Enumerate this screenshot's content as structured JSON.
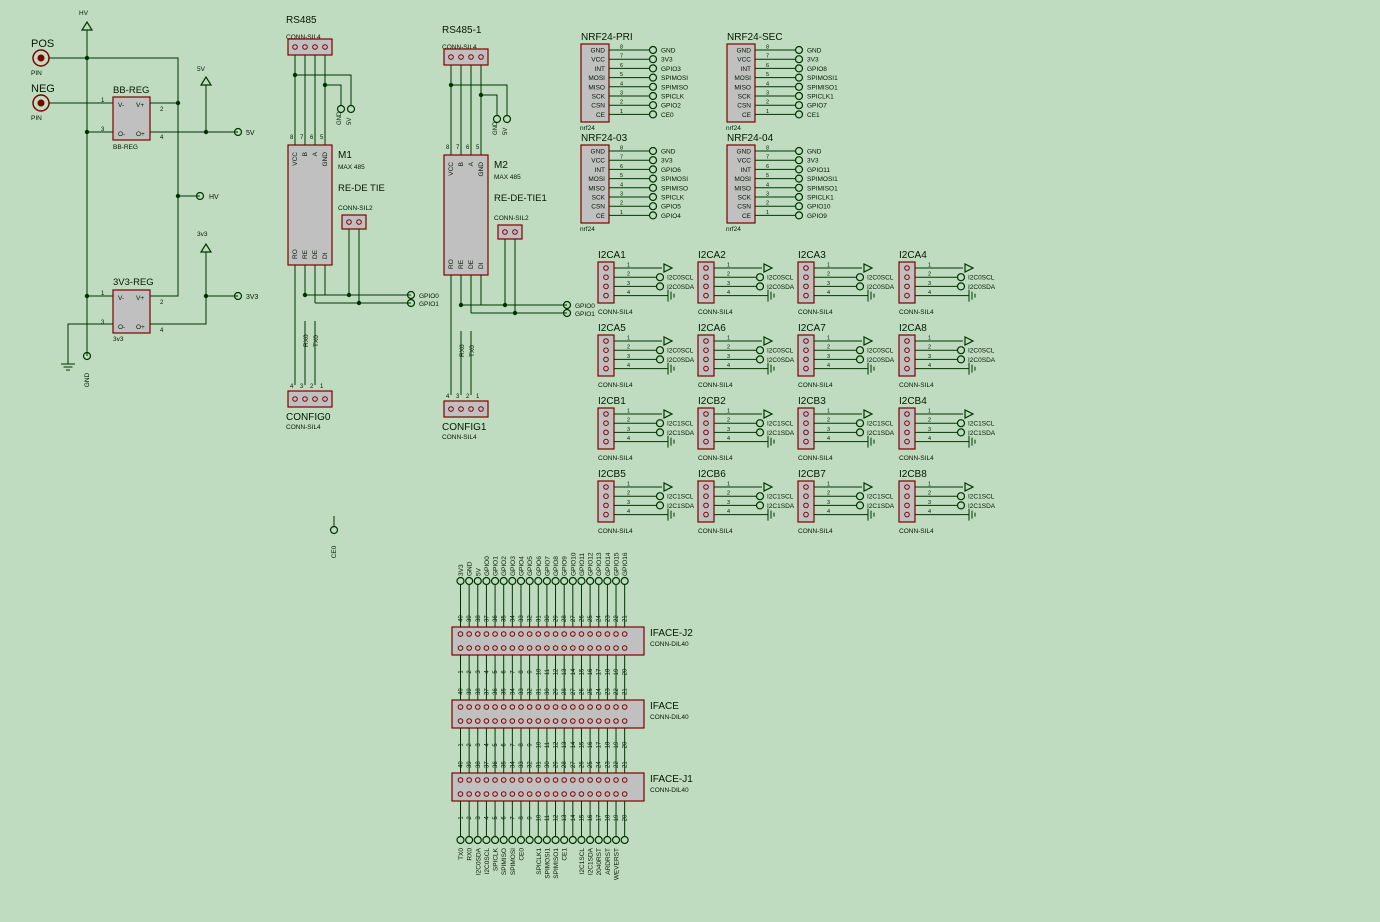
{
  "colors": {
    "background": "#c0dcc0",
    "wire": "#003300",
    "body": "#c0c0c0",
    "outline": "#800000",
    "pinfill": "#ffffff",
    "text": "#001a00"
  },
  "power": {
    "hv": "HV",
    "v5": "5V",
    "v3v3": "3v3",
    "gnd": "GND",
    "pos": {
      "name": "POS",
      "type": "PIN"
    },
    "neg": {
      "name": "NEG",
      "type": "PIN"
    },
    "out_5v": "5V",
    "out_hv": "HV",
    "out_3v3": "3V3",
    "bbreg": {
      "name": "BB-REG",
      "type": "BB-REG",
      "pins": [
        "V-",
        "V+",
        "O-",
        "O+"
      ],
      "nums": [
        "1",
        "2",
        "3",
        "4"
      ]
    },
    "reg3v3": {
      "name": "3V3-REG",
      "type": "3v3",
      "pins": [
        "V-",
        "V+",
        "O-",
        "O+"
      ],
      "nums": [
        "1",
        "2",
        "3",
        "4"
      ]
    }
  },
  "rs485": [
    {
      "name": "RS485",
      "type": "CONN-SIL4",
      "pinnums": [
        "8",
        "7",
        "6",
        "5"
      ],
      "max_name": "M1",
      "max_type": "MAX 485",
      "max_pins": [
        "VCC",
        "B",
        "A",
        "GND",
        "RO",
        "RE",
        "DE",
        "DI"
      ],
      "tie_name": "RE-DE TIE",
      "tie_type": "CONN-SIL2",
      "gnd_lbl": "GND",
      "v5_lbl": "5V",
      "gpio0": "GPIO0",
      "gpio1": "GPIO1",
      "rx": "RX0",
      "tx": "TX0",
      "cfg_name": "CONFIG0",
      "cfg_type": "CONN-SIL4",
      "cfg_nums": [
        "4",
        "3",
        "2",
        "1"
      ]
    },
    {
      "name": "RS485-1",
      "type": "CONN-SIL4",
      "pinnums": [
        "8",
        "7",
        "6",
        "5"
      ],
      "max_name": "M2",
      "max_type": "MAX 485",
      "max_pins": [
        "VCC",
        "B",
        "A",
        "GND",
        "RO",
        "RE",
        "DE",
        "DI"
      ],
      "tie_name": "RE-DE-TIE1",
      "tie_type": "CONN-SIL2",
      "gnd_lbl": "GND",
      "v5_lbl": "5V",
      "gpio0": "GPIO0",
      "gpio1": "GPIO1",
      "rx": "RX0",
      "tx": "TX0",
      "cfg_name": "CONFIG1",
      "cfg_type": "CONN-SIL4",
      "cfg_nums": [
        "4",
        "3",
        "2",
        "1"
      ]
    }
  ],
  "nrf": [
    {
      "name": "NRF24-PRI",
      "type": "nrf24",
      "pins": [
        "GND",
        "VCC",
        "INT",
        "MOSI",
        "MISO",
        "SCK",
        "CSN",
        "CE"
      ],
      "nums": [
        "8",
        "7",
        "6",
        "5",
        "4",
        "3",
        "2",
        "1"
      ],
      "nets": [
        "GND",
        "3V3",
        "GPIO3",
        "SPIMOSI",
        "SPIMISO",
        "SPICLK",
        "GPIO2",
        "CE0"
      ]
    },
    {
      "name": "NRF24-SEC",
      "type": "nrf24",
      "pins": [
        "GND",
        "VCC",
        "INT",
        "MOSI",
        "MISO",
        "SCK",
        "CSN",
        "CE"
      ],
      "nums": [
        "8",
        "7",
        "6",
        "5",
        "4",
        "3",
        "2",
        "1"
      ],
      "nets": [
        "GND",
        "3V3",
        "GPIO8",
        "SPIMOSI1",
        "SPIMISO1",
        "SPICLK1",
        "GPIO7",
        "CE1"
      ]
    },
    {
      "name": "NRF24-03",
      "type": "nrf24",
      "pins": [
        "GND",
        "VCC",
        "INT",
        "MOSI",
        "MISO",
        "SCK",
        "CSN",
        "CE"
      ],
      "nums": [
        "8",
        "7",
        "6",
        "5",
        "4",
        "3",
        "2",
        "1"
      ],
      "nets": [
        "GND",
        "3V3",
        "GPIO6",
        "SPIMOSI",
        "SPIMISO",
        "SPICLK",
        "GPIO5",
        "GPIO4"
      ]
    },
    {
      "name": "NRF24-04",
      "type": "nrf24",
      "pins": [
        "GND",
        "VCC",
        "INT",
        "MOSI",
        "MISO",
        "SCK",
        "CSN",
        "CE"
      ],
      "nums": [
        "8",
        "7",
        "6",
        "5",
        "4",
        "3",
        "2",
        "1"
      ],
      "nets": [
        "GND",
        "3V3",
        "GPIO11",
        "SPIMOSI1",
        "SPIMISO1",
        "SPICLK1",
        "GPIO10",
        "GPIO9"
      ]
    }
  ],
  "i2c_rows": [
    {
      "names": [
        "I2CA1",
        "I2CA2",
        "I2CA3",
        "I2CA4"
      ],
      "scl": "I2C0SCL",
      "sda": "I2C0SDA"
    },
    {
      "names": [
        "I2CA5",
        "I2CA6",
        "I2CA7",
        "I2CA8"
      ],
      "scl": "I2C0SCL",
      "sda": "I2C0SDA"
    },
    {
      "names": [
        "I2CB1",
        "I2CB2",
        "I2CB3",
        "I2CB4"
      ],
      "scl": "I2C1SCL",
      "sda": "I2C1SDA"
    },
    {
      "names": [
        "I2CB5",
        "I2CB6",
        "I2CB7",
        "I2CB8"
      ],
      "scl": "I2C1SCL",
      "sda": "I2C1SDA"
    }
  ],
  "i2c_type": "CONN-SIL4",
  "i2c_nums": [
    "1",
    "2",
    "3",
    "4"
  ],
  "ce0": "CE0",
  "iface": {
    "connectors": [
      {
        "name": "IFACE-J2",
        "type": "CONN-DIL40"
      },
      {
        "name": "IFACE",
        "type": "CONN-DIL40"
      },
      {
        "name": "IFACE-J1",
        "type": "CONN-DIL40"
      }
    ],
    "top_nets": [
      "3V3",
      "GND",
      "5V",
      "GPIO0",
      "GPIO1",
      "GPIO2",
      "GPIO3",
      "GPIO4",
      "GPIO5",
      "GPIO6",
      "GPIO7",
      "GPIO8",
      "GPIO9",
      "GPIO10",
      "GPIO11",
      "GPIO12",
      "GPIO13",
      "GPIO14",
      "GPIO15",
      "GPIO16"
    ],
    "bottom_nets": [
      "TX0",
      "RX0",
      "I2C0SDA",
      "I2C0SCL",
      "SPICLK",
      "SPIMISO",
      "SPIMOSI",
      "CE0",
      "",
      "SPICLK1",
      "SPIMOSI1",
      "SPIMISO1",
      "CE1",
      "",
      "I2C1SCL",
      "I2C1SDA",
      "2040RST",
      "ARDRST",
      "WEVERST",
      ""
    ],
    "top_nums": [
      "40",
      "39",
      "38",
      "37",
      "36",
      "35",
      "34",
      "33",
      "32",
      "31",
      "30",
      "29",
      "28",
      "27",
      "26",
      "25",
      "24",
      "23",
      "22",
      "21"
    ],
    "bottom_nums": [
      "1",
      "2",
      "3",
      "4",
      "5",
      "6",
      "7",
      "8",
      "9",
      "10",
      "11",
      "12",
      "13",
      "14",
      "15",
      "16",
      "17",
      "18",
      "19",
      "20"
    ]
  }
}
